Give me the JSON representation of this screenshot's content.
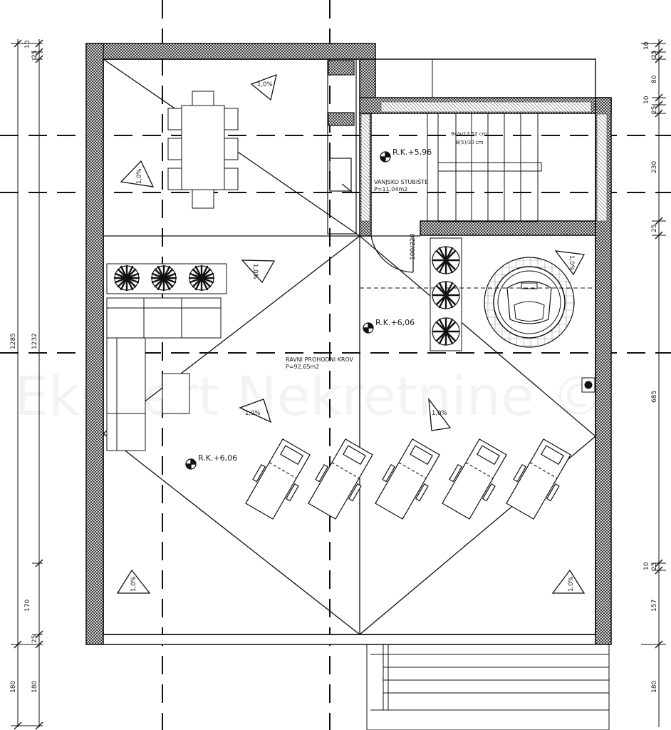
{
  "watermark": "Ekspert Nekretnine ©",
  "levels": {
    "stair_landing": "R.K.+5,96",
    "roof_center": "R.K.+6,06",
    "roof_left": "R.K.+6,06"
  },
  "rooms": {
    "stair_name": "VANJSKO STUBIŠTE",
    "stair_area": "P=11,04m2",
    "stair_spec_1": "9x/x/17,52 cm",
    "stair_spec_2": "8(5)/30 cm",
    "roof_name": "RAVNI PROHODNI KROV",
    "roof_area": "P=92,65m2",
    "door_label": "100/220"
  },
  "slope_label": "1,0%",
  "dimensions": {
    "left_outer_total": "1285",
    "left_inner_total": "1232",
    "left_top_1": "10",
    "left_top_2": "25",
    "left_bottom_1": "170",
    "left_bottom_2": "25",
    "left_below_outer": "180",
    "left_below_inner": "180",
    "right_1": "10",
    "right_2": "25",
    "right_3": "80",
    "right_4": "10",
    "right_5": "25",
    "right_6": "230",
    "right_7": "25",
    "right_8": "685",
    "right_9": "25",
    "right_10": "10",
    "right_11": "157",
    "right_12": "180"
  }
}
